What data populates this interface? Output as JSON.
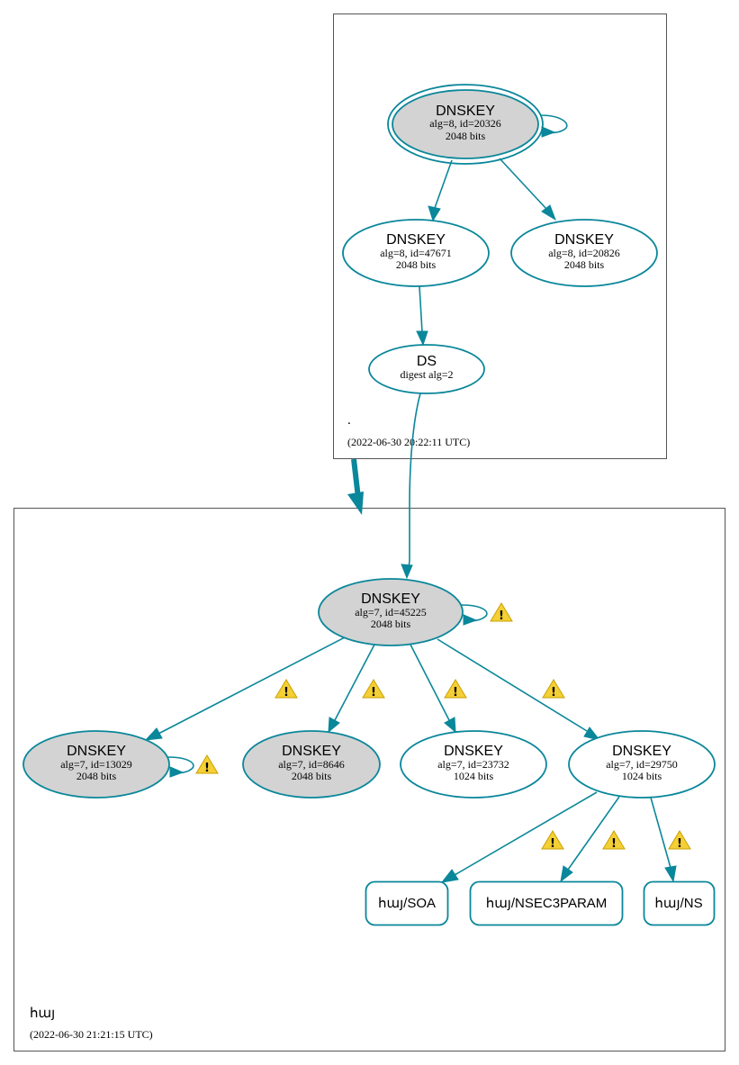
{
  "colors": {
    "edge": "#0a879a",
    "sep_fill": "#d3d3d3",
    "normal_fill": "#ffffff",
    "zone_border": "#555555",
    "warning": "#f4cf35"
  },
  "zones": {
    "root": {
      "name": ".",
      "timestamp": "(2022-06-30 20:22:11 UTC)"
    },
    "child": {
      "name": "հայ",
      "timestamp": "(2022-06-30 21:21:15 UTC)"
    }
  },
  "nodes": {
    "root_ksk": {
      "title": "DNSKEY",
      "line1": "alg=8, id=20326",
      "line2": "2048 bits"
    },
    "root_zsk1": {
      "title": "DNSKEY",
      "line1": "alg=8, id=47671",
      "line2": "2048 bits"
    },
    "root_zsk2": {
      "title": "DNSKEY",
      "line1": "alg=8, id=20826",
      "line2": "2048 bits"
    },
    "ds": {
      "title": "DS",
      "line1": "digest alg=2"
    },
    "hy_ksk": {
      "title": "DNSKEY",
      "line1": "alg=7, id=45225",
      "line2": "2048 bits"
    },
    "hy_k1": {
      "title": "DNSKEY",
      "line1": "alg=7, id=13029",
      "line2": "2048 bits"
    },
    "hy_k2": {
      "title": "DNSKEY",
      "line1": "alg=7, id=8646",
      "line2": "2048 bits"
    },
    "hy_k3": {
      "title": "DNSKEY",
      "line1": "alg=7, id=23732",
      "line2": "1024 bits"
    },
    "hy_k4": {
      "title": "DNSKEY",
      "line1": "alg=7, id=29750",
      "line2": "1024 bits"
    },
    "rr_soa": {
      "label": "հայ/SOA"
    },
    "rr_nsec3param": {
      "label": "հայ/NSEC3PARAM"
    },
    "rr_ns": {
      "label": "հայ/NS"
    }
  },
  "icons": {
    "warning": "warning-icon"
  }
}
